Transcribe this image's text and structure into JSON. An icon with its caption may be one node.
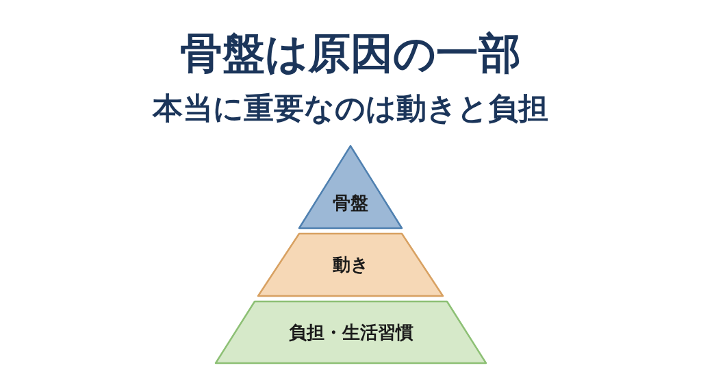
{
  "diagram": {
    "title": "骨盤は原因の一部",
    "nodes": [
      {
        "text": [
          "骨盤"
        ]
      },
      {
        "text": [
          "動き"
        ]
      },
      {
        "text": [
          "負担・生活習慣"
        ]
      }
    ],
    "labels": [
      "本当に重要なのは動きと負担"
    ]
  }
}
